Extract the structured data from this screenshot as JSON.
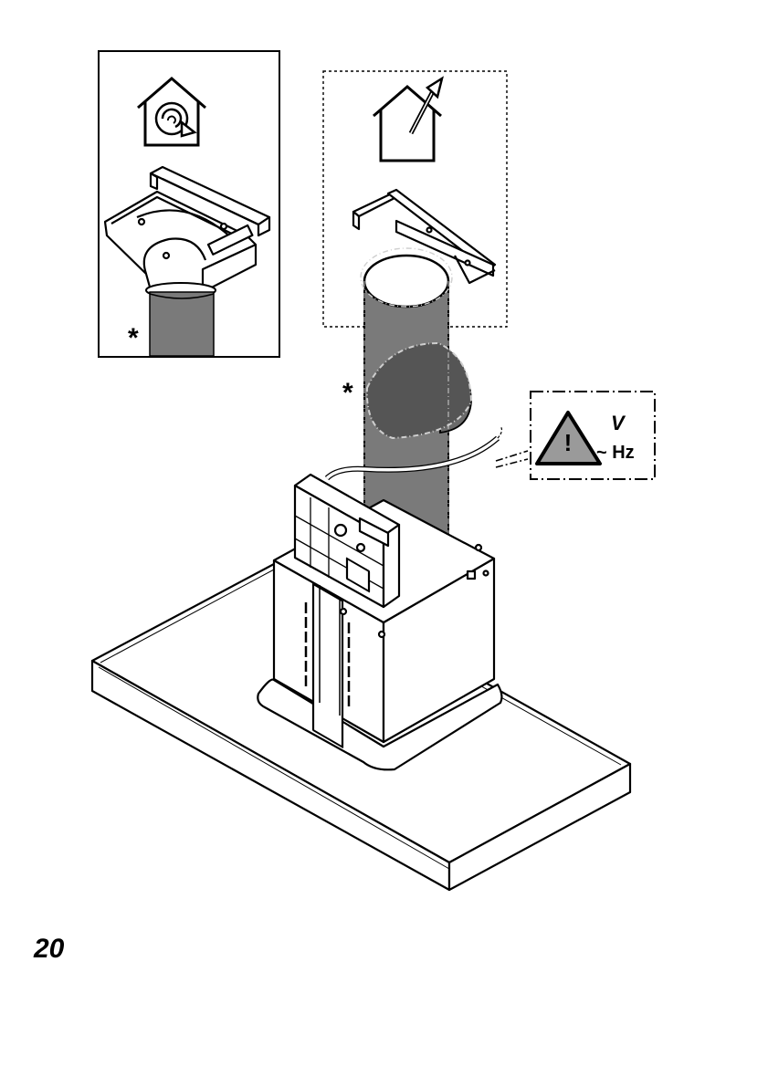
{
  "diagram": {
    "recirculation_note": "*",
    "extraction_note": "*",
    "warning": {
      "symbol": "!",
      "voltage": "V",
      "frequency": "~ Hz"
    }
  },
  "page": {
    "number": "20"
  },
  "colors": {
    "line": "#000000",
    "duct_fill": "#7a7a7a",
    "warning_fill": "#9a9a9a",
    "background": "#ffffff"
  },
  "icons": {
    "recirculation": "house-recirculation-icon",
    "extraction": "house-extraction-icon",
    "warning": "warning-triangle-icon"
  }
}
